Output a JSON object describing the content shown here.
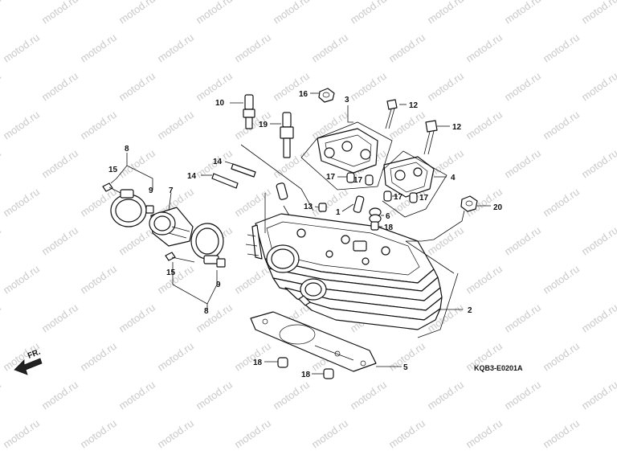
{
  "watermark": "motod.ru",
  "diagram_code": "KQB3-E0201A",
  "direction_label": "FR.",
  "callouts": {
    "c2": "2",
    "c3": "3",
    "c4": "4",
    "c5": "5",
    "c6": "6",
    "c7": "7",
    "c8a": "8",
    "c8b": "8",
    "c9a": "9",
    "c9b": "9",
    "c10": "10",
    "c12a": "12",
    "c12b": "12",
    "c13": "13",
    "c14a": "14",
    "c14b": "14",
    "c15a": "15",
    "c15b": "15",
    "c16": "16",
    "c17a": "17",
    "c17b": "17",
    "c17c": "17",
    "c17d": "17",
    "c18a": "18",
    "c18b": "18",
    "c18c": "18",
    "c19": "19",
    "c20": "20",
    "c1": "1"
  },
  "colors": {
    "ink": "#111111",
    "watermark": "#c9c9c9",
    "paper": "#ffffff"
  }
}
